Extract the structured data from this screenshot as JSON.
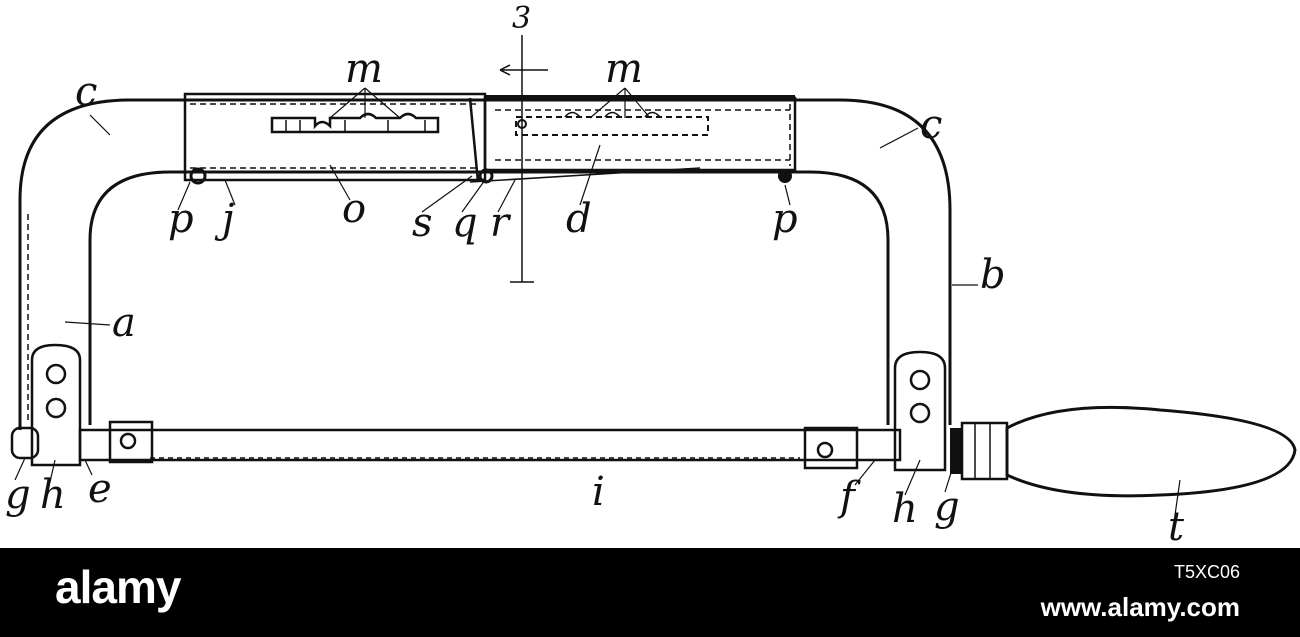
{
  "figure": {
    "section_marker": "3",
    "labels": {
      "a": "a",
      "b": "b",
      "c_left": "c",
      "c_right": "c",
      "m_left": "m",
      "m_right": "m",
      "p_left": "p",
      "p_right": "p",
      "j": "j",
      "o": "o",
      "s": "s",
      "q": "q",
      "r": "r",
      "d": "d",
      "g_left": "g",
      "h_left": "h",
      "e": "e",
      "i": "i",
      "f": "f",
      "h_right": "h",
      "g_right": "g",
      "t": "t"
    }
  },
  "watermark": {
    "logo": "alamy",
    "image_id": "T5XC06",
    "url": "www.alamy.com"
  },
  "colors": {
    "ink": "#111111",
    "paper": "#ffffff",
    "footer": "#000000",
    "footer_text": "#ffffff"
  }
}
